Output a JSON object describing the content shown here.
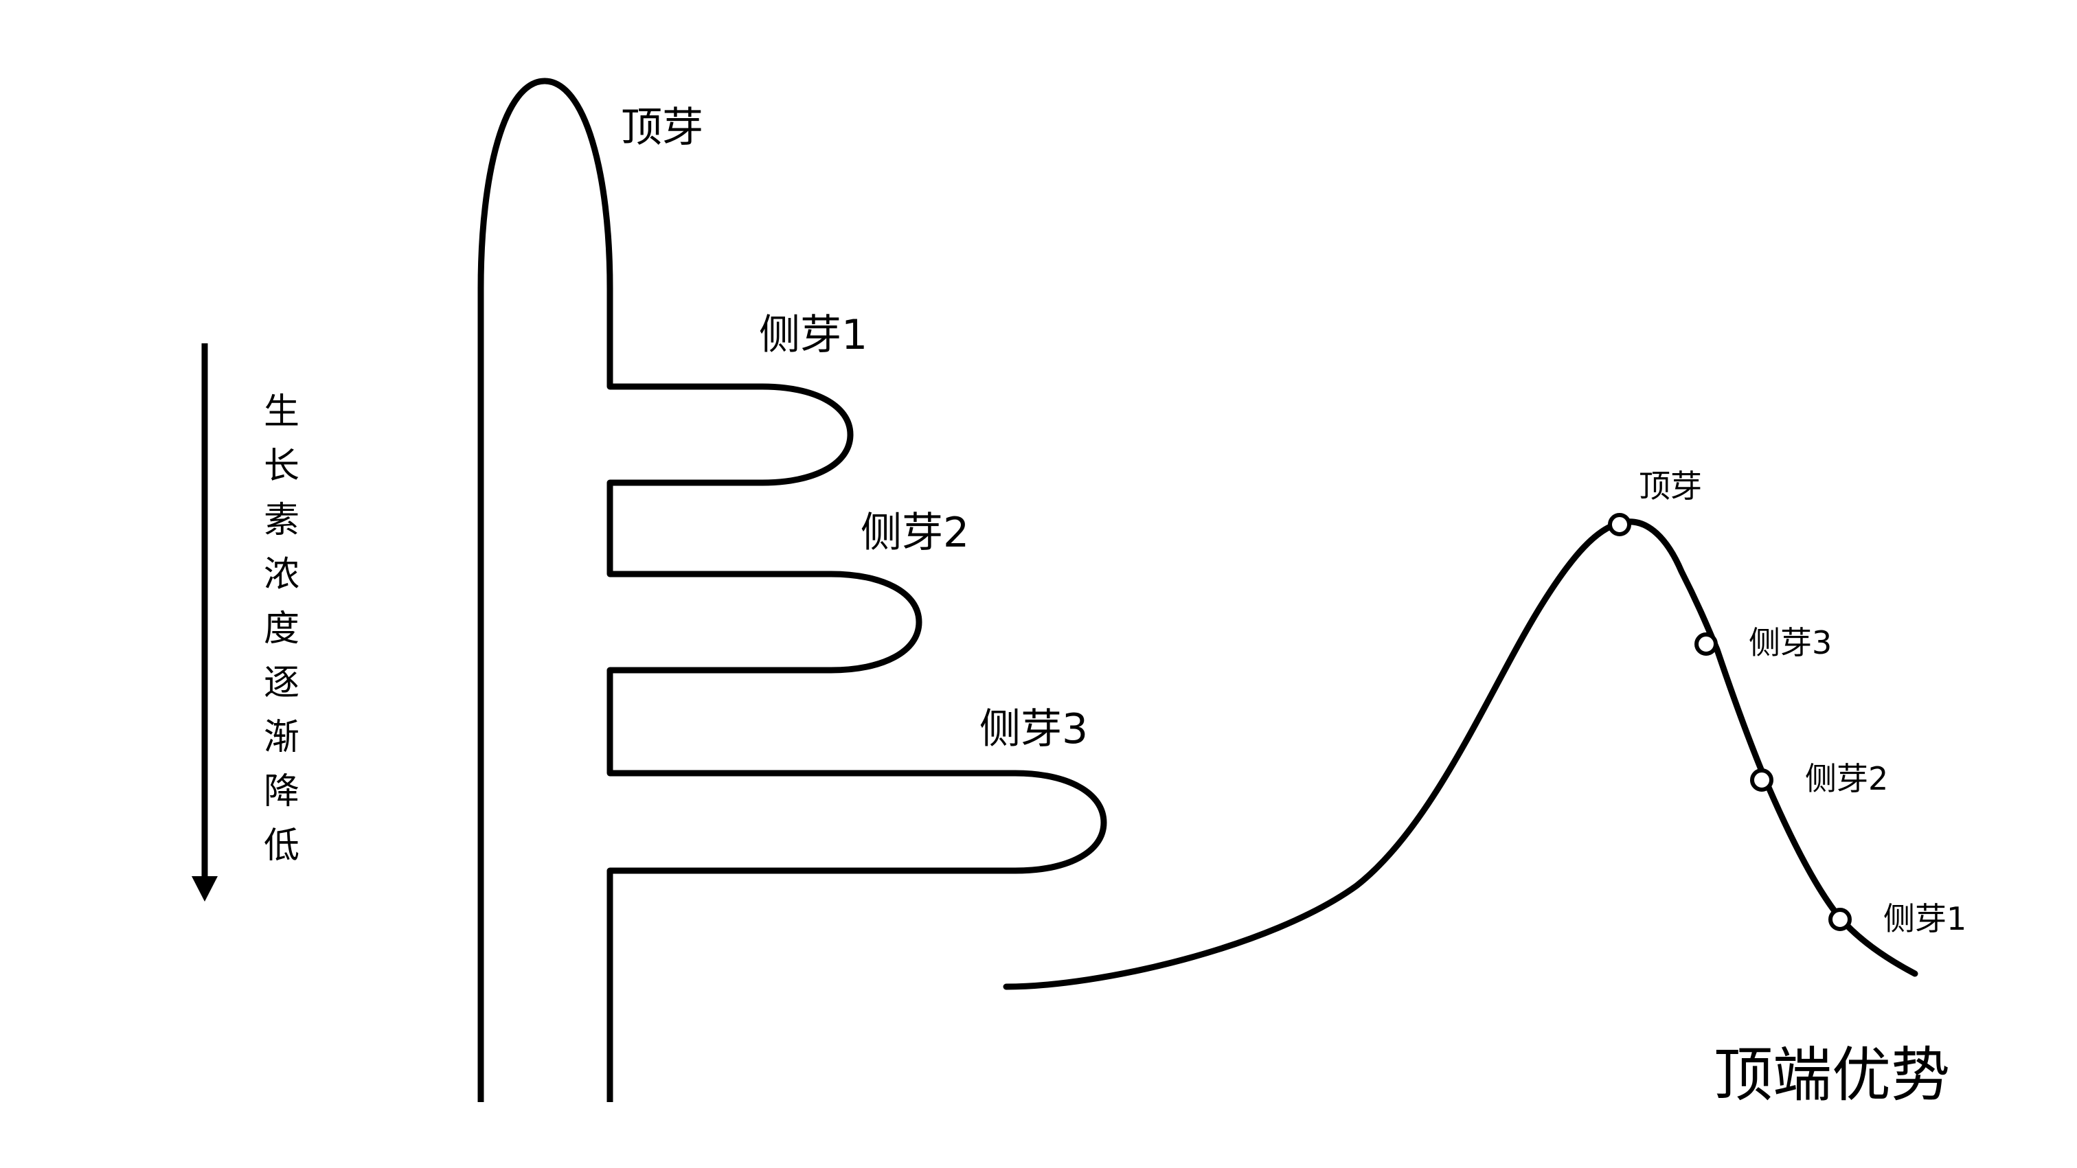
{
  "plant": {
    "apical_bud_label": "顶芽",
    "lateral_bud_labels": [
      "侧芽1",
      "侧芽2",
      "侧芽3"
    ]
  },
  "gradient_arrow": {
    "text_chars": [
      "生",
      "长",
      "素",
      "浓",
      "度",
      "逐",
      "渐",
      "降",
      "低"
    ]
  },
  "curve": {
    "points": [
      {
        "label": "顶芽"
      },
      {
        "label": "侧芽3"
      },
      {
        "label": "侧芽2"
      },
      {
        "label": "侧芽1"
      }
    ]
  },
  "title": "顶端优势"
}
